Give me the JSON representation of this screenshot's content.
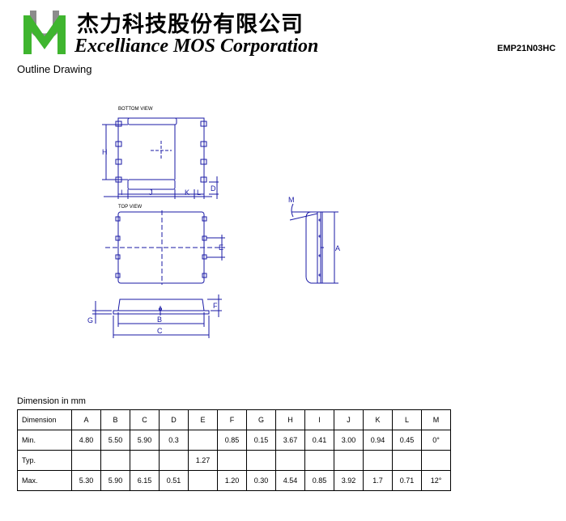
{
  "company": {
    "chinese_name": "杰力科技股份有限公司",
    "english_name": "Excelliance MOS Corporation",
    "logo_colors": {
      "green": "#3fb52f",
      "gray": "#8c8c8c"
    }
  },
  "part_number": "EMP21N03HC",
  "section_title": "Outline Drawing",
  "drawing": {
    "bottom_view_label": "BOTTOM VIEW",
    "top_view_label": "TOP VIEW",
    "dimension_letters": {
      "A": "A",
      "B": "B",
      "C": "C",
      "D": "D",
      "E": "E",
      "F": "F",
      "G": "G",
      "H": "H",
      "I": "I",
      "J": "J",
      "K": "K",
      "L": "L",
      "M": "M"
    },
    "line_color": "#1a1aa6"
  },
  "dimensions": {
    "title": "Dimension in mm",
    "header_label": "Dimension",
    "columns": [
      "A",
      "B",
      "C",
      "D",
      "E",
      "F",
      "G",
      "H",
      "I",
      "J",
      "K",
      "L",
      "M"
    ],
    "rows": [
      {
        "label": "Min.",
        "values": [
          "4.80",
          "5.50",
          "5.90",
          "0.3",
          "",
          "0.85",
          "0.15",
          "3.67",
          "0.41",
          "3.00",
          "0.94",
          "0.45",
          "0°"
        ]
      },
      {
        "label": "Typ.",
        "values": [
          "",
          "",
          "",
          "",
          "1.27",
          "",
          "",
          "",
          "",
          "",
          "",
          "",
          ""
        ]
      },
      {
        "label": "Max.",
        "values": [
          "5.30",
          "5.90",
          "6.15",
          "0.51",
          "",
          "1.20",
          "0.30",
          "4.54",
          "0.85",
          "3.92",
          "1.7",
          "0.71",
          "12°"
        ]
      }
    ]
  }
}
